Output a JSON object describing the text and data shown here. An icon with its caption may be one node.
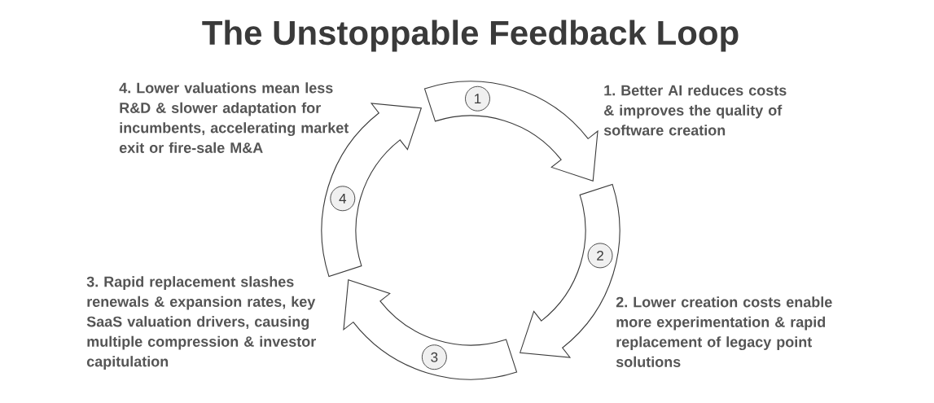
{
  "diagram": {
    "title": "The Unstoppable Feedback Loop",
    "nodes": [
      {
        "text": [
          "4. Lower valuations mean less R&D & slower adaptation for incumbents, accelerating market exit or fire-sale M&A"
        ]
      },
      {
        "text": [
          "1"
        ]
      },
      {
        "text": [
          "1. Better AI reduces costs & improves the quality of software creation"
        ]
      },
      {
        "text": [
          "4"
        ]
      },
      {
        "text": [
          "2"
        ]
      },
      {
        "text": [
          "3. Rapid replacement slashes renewals & expansion rates, key SaaS valuation drivers, causing multiple compression & investor capitulation"
        ]
      },
      {
        "text": [
          "2. Lower creation costs enable more experimentation & rapid replacement of legacy point solutions"
        ]
      },
      {
        "text": [
          "3"
        ]
      }
    ],
    "edges": [
      {
        "from": 0,
        "to": 2,
        "arrow": "to"
      },
      {
        "from": 2,
        "to": 6,
        "arrow": "to"
      },
      {
        "from": 6,
        "to": 5,
        "arrow": "to"
      },
      {
        "from": 5,
        "to": 0,
        "arrow": "to"
      }
    ]
  }
}
